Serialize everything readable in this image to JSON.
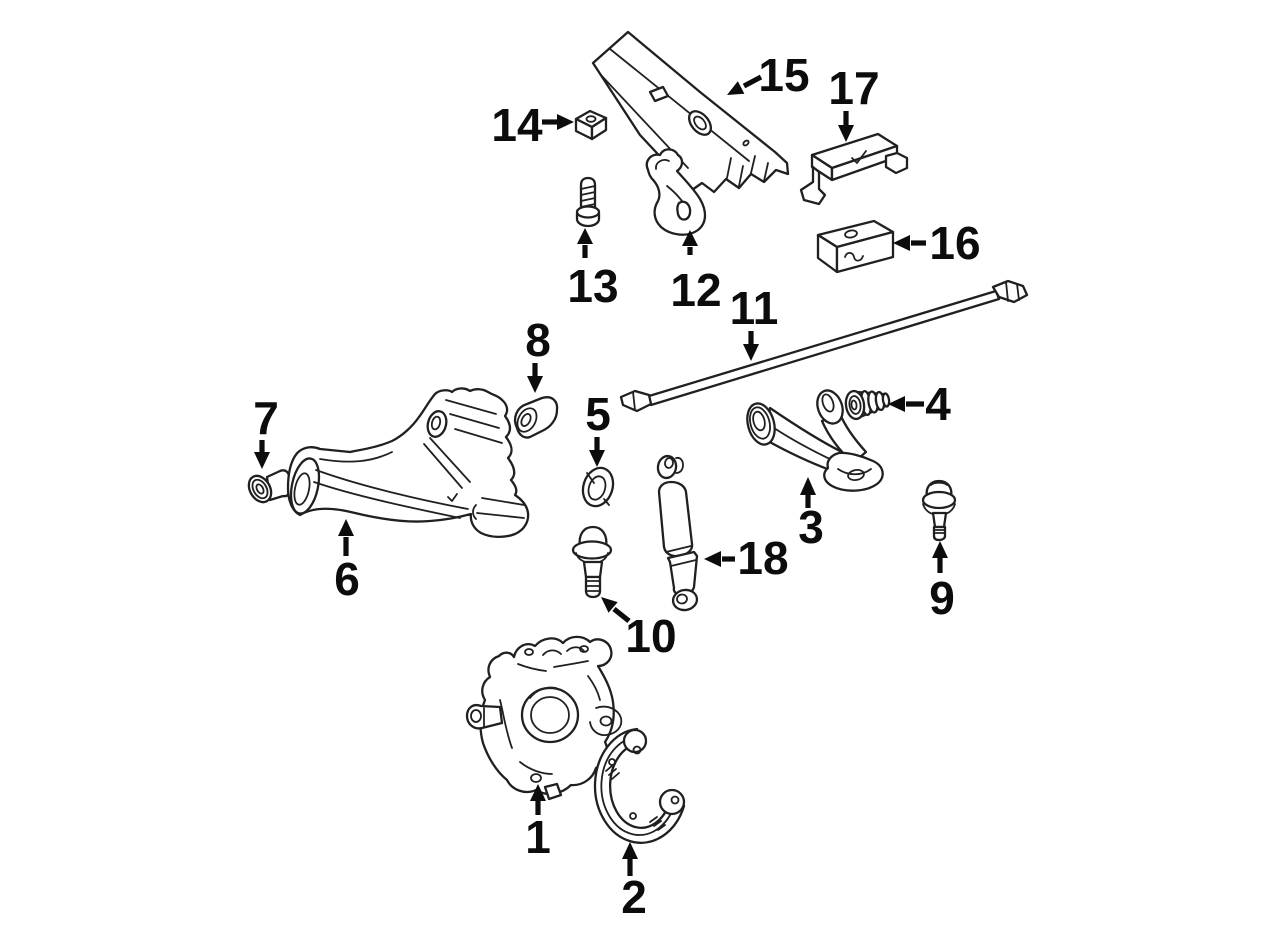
{
  "diagram": {
    "background_color": "#ffffff",
    "line_color": "#202020",
    "label_color": "#0c0c0c",
    "callouts": [
      {
        "num": "1"
      },
      {
        "num": "2"
      },
      {
        "num": "3"
      },
      {
        "num": "4"
      },
      {
        "num": "5"
      },
      {
        "num": "6"
      },
      {
        "num": "7"
      },
      {
        "num": "8"
      },
      {
        "num": "9"
      },
      {
        "num": "10"
      },
      {
        "num": "11"
      },
      {
        "num": "12"
      },
      {
        "num": "13"
      },
      {
        "num": "14"
      },
      {
        "num": "15"
      },
      {
        "num": "16"
      },
      {
        "num": "17"
      },
      {
        "num": "18"
      }
    ]
  }
}
